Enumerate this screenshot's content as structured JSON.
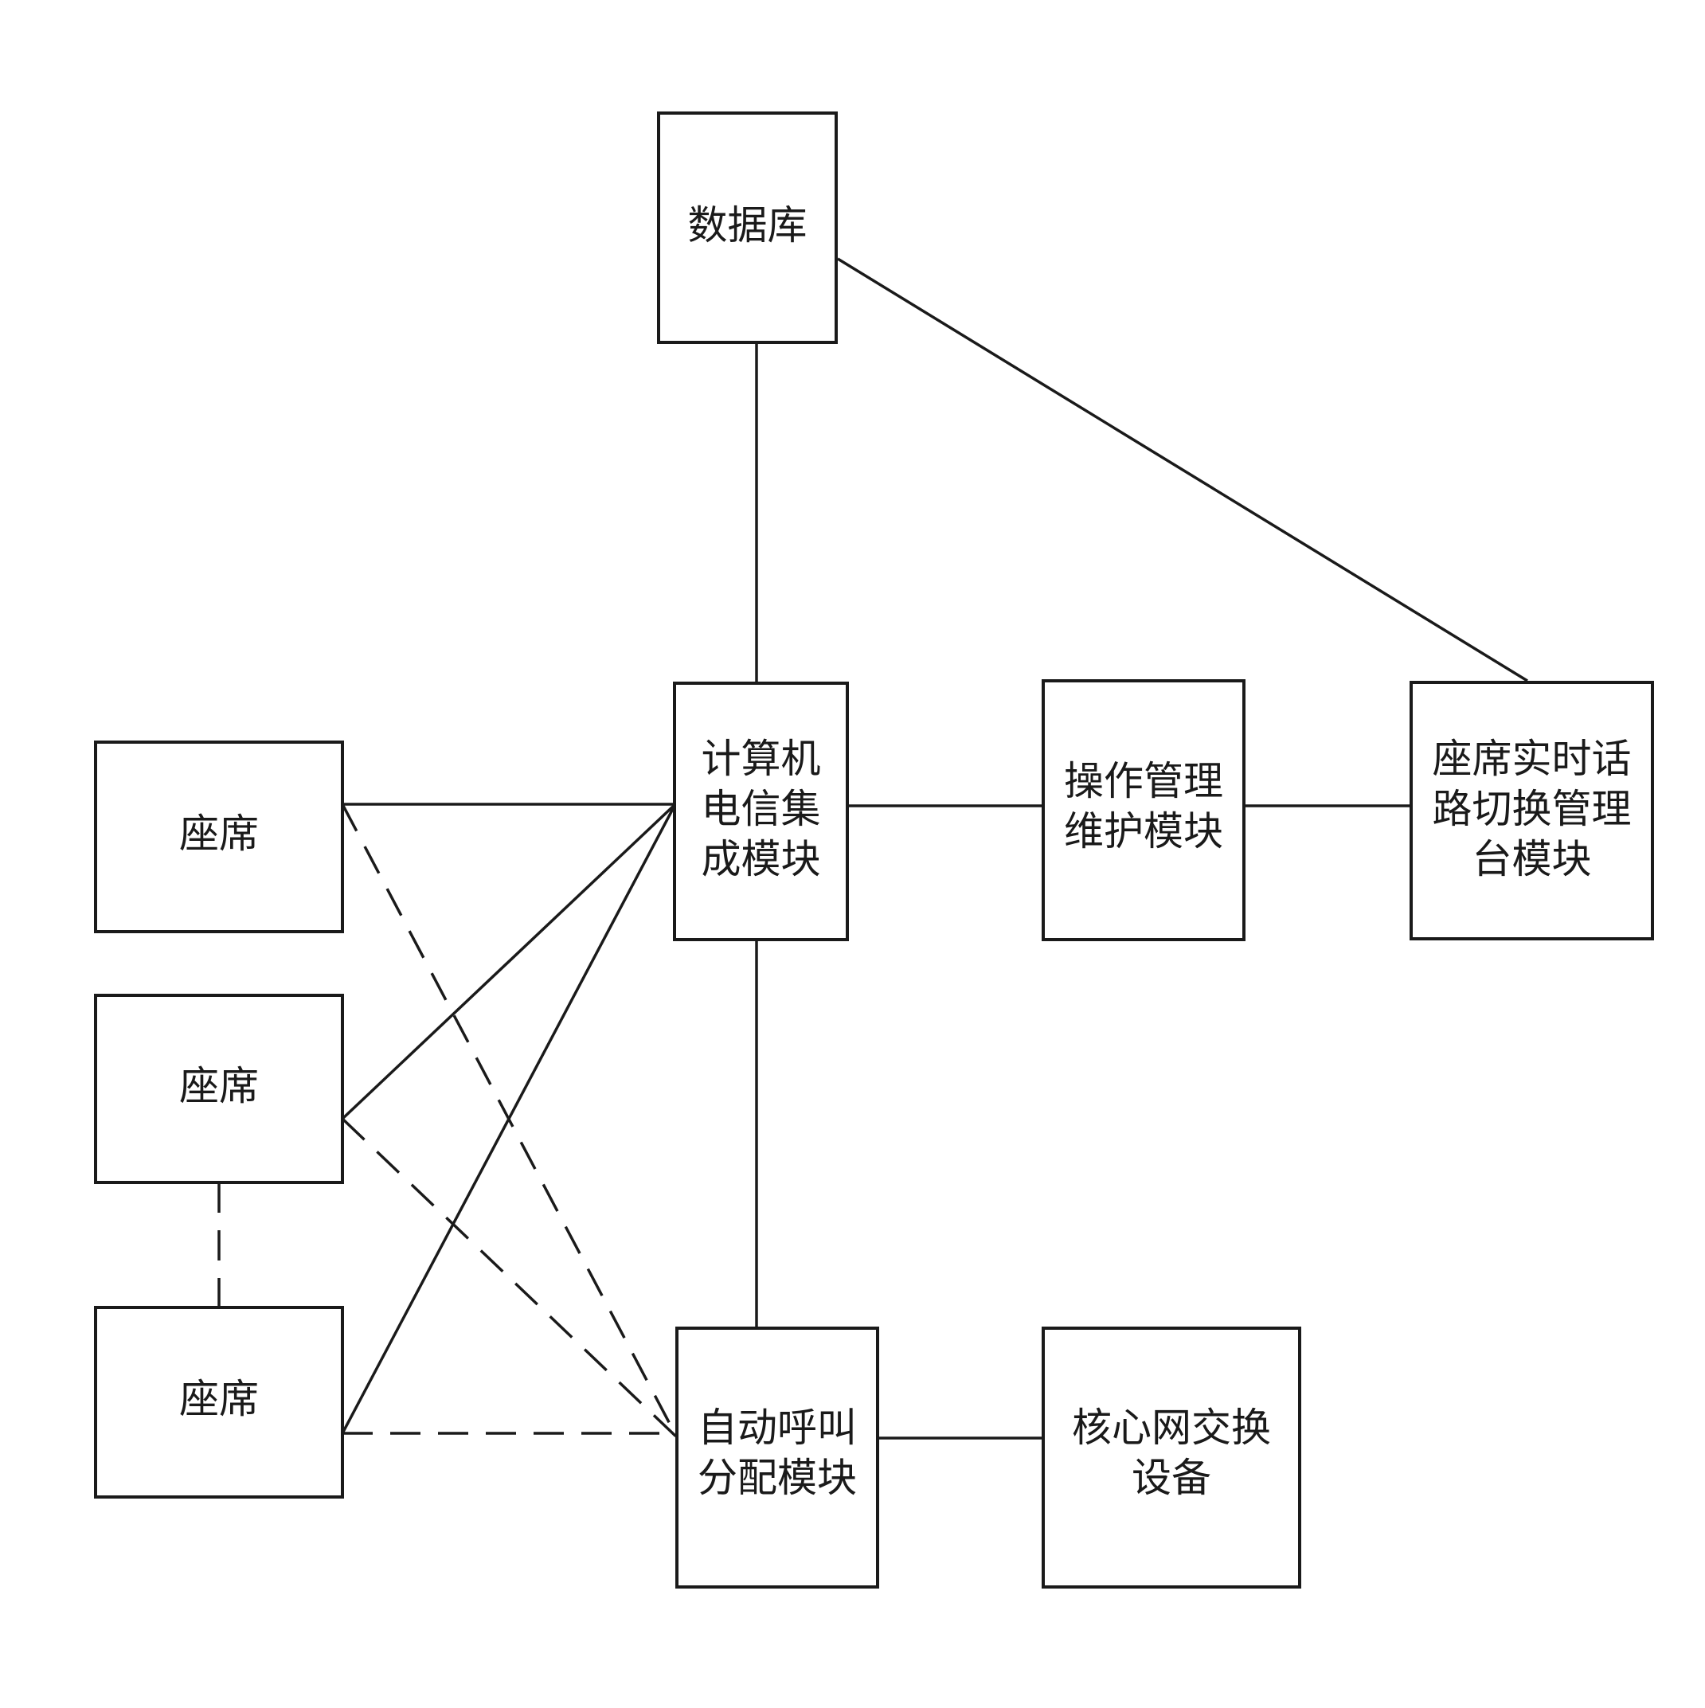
{
  "diagram": {
    "nodes": {
      "database": {
        "lines": [
          "数据库"
        ]
      },
      "cti": {
        "lines": [
          "计算机",
          "电信集",
          "成模块"
        ]
      },
      "oam": {
        "lines": [
          "操作管理",
          "维护模块"
        ]
      },
      "switch_console": {
        "lines": [
          "座席实时话",
          "路切换管理",
          "台模块"
        ]
      },
      "seat_1": {
        "lines": [
          "座席"
        ]
      },
      "seat_2": {
        "lines": [
          "座席"
        ]
      },
      "seat_3": {
        "lines": [
          "座席"
        ]
      },
      "acd": {
        "lines": [
          "自动呼叫",
          "分配模块"
        ]
      },
      "core_switch": {
        "lines": [
          "核心网交换",
          "设备"
        ]
      }
    },
    "edges": [
      {
        "from": "database",
        "to": "cti",
        "style": "solid"
      },
      {
        "from": "database",
        "to": "switch_console",
        "style": "solid"
      },
      {
        "from": "cti",
        "to": "oam",
        "style": "solid"
      },
      {
        "from": "oam",
        "to": "switch_console",
        "style": "solid"
      },
      {
        "from": "seat_1",
        "to": "cti",
        "style": "solid"
      },
      {
        "from": "seat_2",
        "to": "cti",
        "style": "solid"
      },
      {
        "from": "seat_3",
        "to": "cti",
        "style": "solid"
      },
      {
        "from": "seat_1",
        "to": "acd",
        "style": "dashed"
      },
      {
        "from": "seat_2",
        "to": "acd",
        "style": "dashed"
      },
      {
        "from": "seat_3",
        "to": "acd",
        "style": "dashed"
      },
      {
        "from": "seat_2",
        "to": "seat_3",
        "style": "dashed"
      },
      {
        "from": "cti",
        "to": "acd",
        "style": "solid"
      },
      {
        "from": "acd",
        "to": "core_switch",
        "style": "solid"
      }
    ]
  }
}
